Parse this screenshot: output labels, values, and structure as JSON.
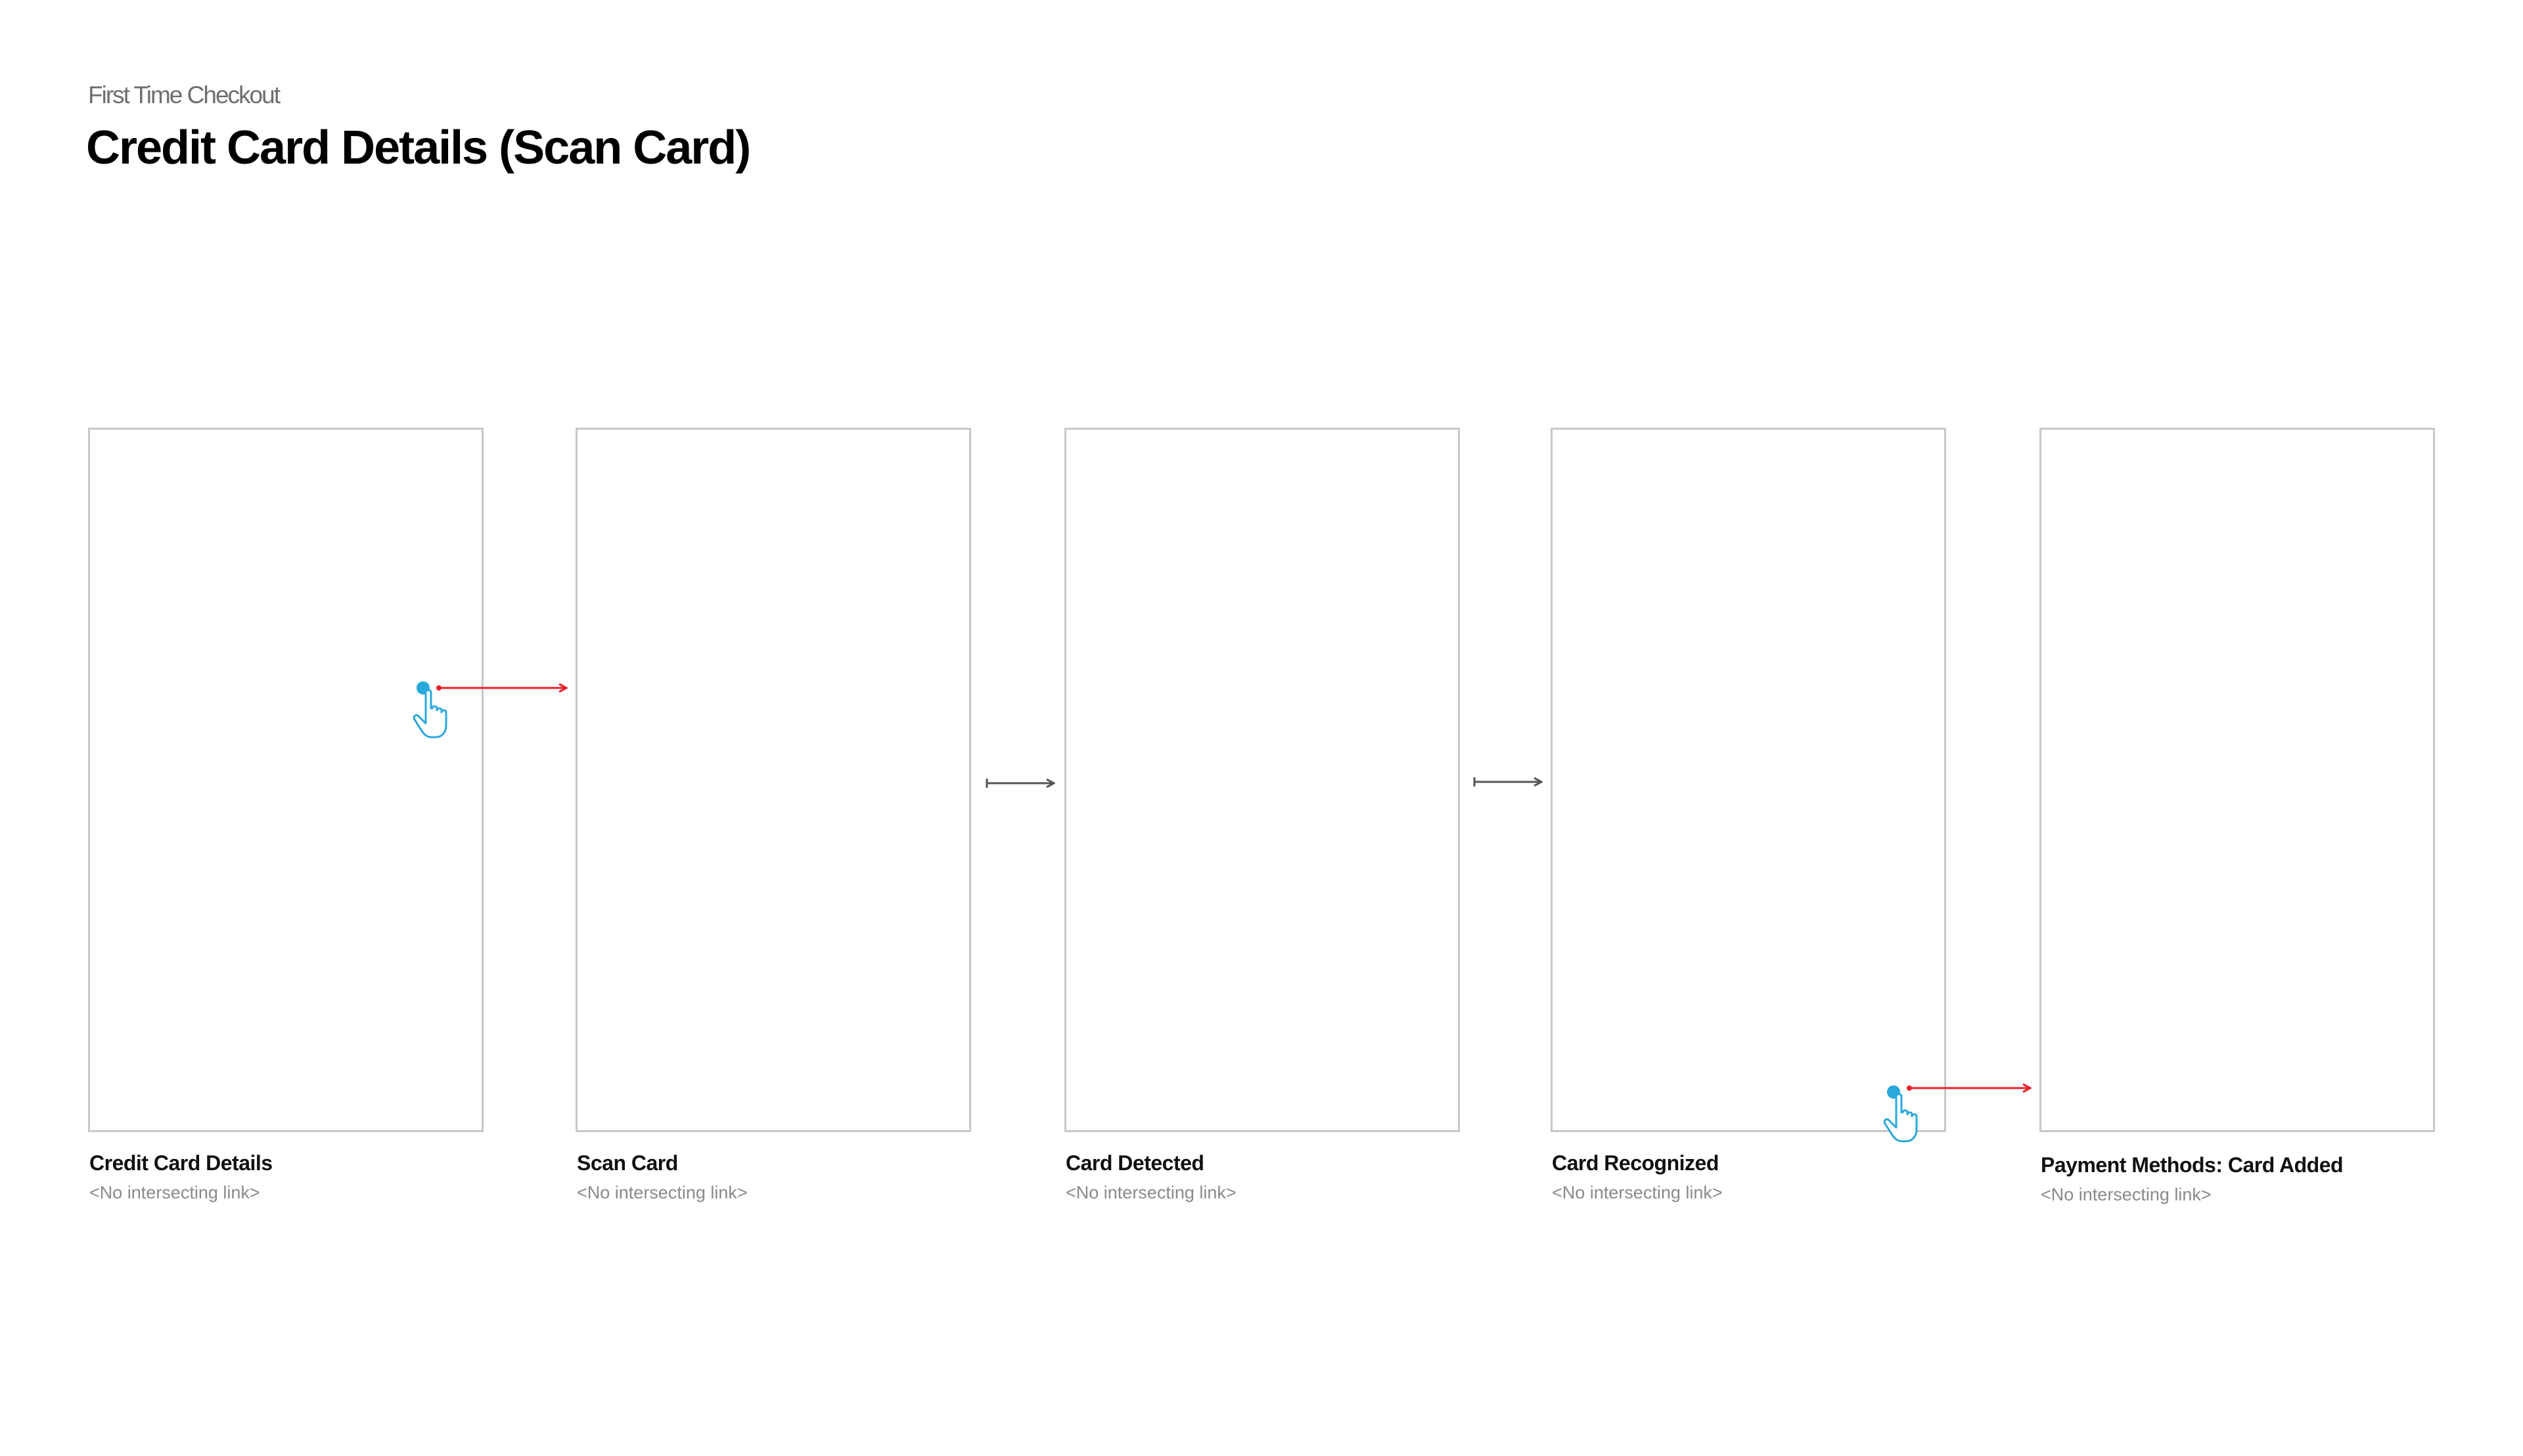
{
  "header": {
    "supertitle": "First Time Checkout",
    "title": "Credit Card Details (Scan Card)"
  },
  "screens": [
    {
      "label": "Credit Card Details",
      "sublabel": "<No intersecting link>"
    },
    {
      "label": "Scan Card",
      "sublabel": "<No intersecting link>"
    },
    {
      "label": "Card Detected",
      "sublabel": "<No intersecting link>"
    },
    {
      "label": "Card Recognized",
      "sublabel": "<No intersecting link>"
    },
    {
      "label": "Payment Methods: Card Added",
      "sublabel": "<No intersecting link>"
    }
  ],
  "links": [
    {
      "from": "Credit Card Details",
      "to": "Scan Card",
      "type": "tap",
      "color": "#e8202a"
    },
    {
      "from": "Scan Card",
      "to": "Card Detected",
      "type": "auto",
      "color": "#555555"
    },
    {
      "from": "Card Detected",
      "to": "Card Recognized",
      "type": "auto",
      "color": "#555555"
    },
    {
      "from": "Card Recognized",
      "to": "Payment Methods: Card Added",
      "type": "tap",
      "color": "#e8202a"
    }
  ],
  "colors": {
    "tap_indicator": "#29a8dc",
    "tap_link": "#e8202a",
    "auto_link": "#555555",
    "frame_border": "#c8c8c8"
  }
}
